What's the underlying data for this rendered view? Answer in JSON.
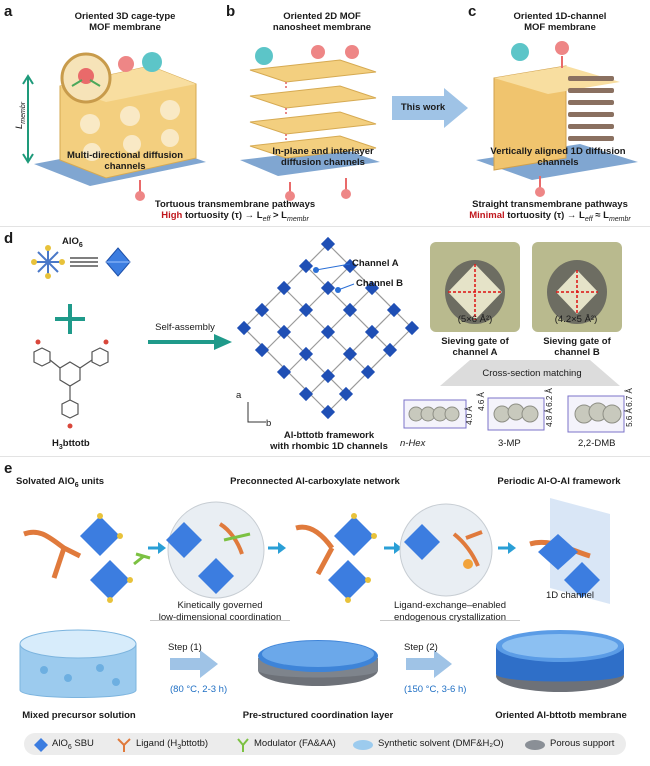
{
  "panel_a": {
    "letter": "a",
    "title_1": "Oriented 3D cage-type",
    "title_2": "MOF membrane",
    "axis_label": "L",
    "axis_sub": "membr",
    "channel_1": "Multi-directional diffusion",
    "channel_2": "channels"
  },
  "panel_b": {
    "letter": "b",
    "title_1": "Oriented 2D MOF",
    "title_2": "nanosheet membrane",
    "channel_1": "In-plane and interlayer",
    "channel_2": "diffusion channels"
  },
  "panel_c": {
    "letter": "c",
    "title_1": "Oriented 1D-channel",
    "title_2": "MOF membrane",
    "channel_1": "Vertically aligned 1D diffusion",
    "channel_2": "channels",
    "this_work": "This work"
  },
  "pathways": {
    "left_title": "Tortuous transmembrane pathways",
    "left_strong": "High",
    "left_rest": "tortuosity (τ) → L",
    "left_sub": "eff",
    "left_tail": "> L",
    "left_tail_sub": "membr",
    "right_title": "Straight transmembrane pathways",
    "right_strong": "Minimal",
    "right_rest": "tortuosity (τ) → L",
    "right_sub": "eff",
    "right_tail": "≈ L",
    "right_tail_sub": "membr"
  },
  "panel_d": {
    "letter": "d",
    "aio": "AlO",
    "aio_sub": "6",
    "ligand": "H",
    "ligand_sub": "3",
    "ligand_rest": "bttotb",
    "self_assembly": "Self-assembly",
    "channel_a": "Channel A",
    "channel_b": "Channel B",
    "axis_a": "a",
    "axis_b": "b",
    "framework_1": "Al-bttotb framework",
    "framework_2": "with rhombic 1D channels",
    "gate_a_size": "(5×6 Å²)",
    "gate_b_size": "(4.2×5 Å²)",
    "gate_a_1": "Sieving gate of",
    "gate_a_2": "channel A",
    "gate_b_1": "Sieving gate of",
    "gate_b_2": "channel B",
    "cross_section": "Cross-section matching",
    "mol_1": "n-Hex",
    "mol_2": "3-MP",
    "mol_3": "2,2-DMB",
    "dims_1a": "4.0 Å",
    "dims_1b": "4.6 Å",
    "dims_2a": "4.8 Å",
    "dims_2b": "6.2 Å",
    "dims_3a": "5.6 Å",
    "dims_3b": "6.7 Å"
  },
  "panel_e": {
    "letter": "e",
    "stage_1": "Solvated AlO",
    "stage_1_sub": "6",
    "stage_1_tail": " units",
    "stage_2": "Preconnected Al-carboxylate network",
    "stage_3": "Periodic Al-O-Al framework",
    "channel_1d": "1D channel",
    "note_1a": "Kinetically governed",
    "note_1b": "low-dimensional coordination",
    "note_2a": "Ligand-exchange–enabled",
    "note_2b": "endogenous crystallization",
    "step_1": "Step (1)",
    "step_1_cond": "(80 °C, 2-3 h)",
    "step_2": "Step (2)",
    "step_2_cond": "(150 °C, 3-6 h)",
    "product_1": "Mixed precursor solution",
    "product_2": "Pre-structured coordination layer",
    "product_3": "Oriented Al-bttotb membrane"
  },
  "legend": {
    "item_1": "AlO",
    "item_1_sub": "6",
    "item_1_tail": " SBU",
    "item_2": "Ligand (H",
    "item_2_sub": "3",
    "item_2_tail": "bttotb)",
    "item_3": "Modulator (FA&AA)",
    "item_4": "Synthetic solvent (DMF&H₂O)",
    "item_5": "Porous support"
  },
  "colors": {
    "accent_red": "#c0161c",
    "condition_blue": "#1f6fc4",
    "arrow_teal": "#1f9a8a",
    "aio_blue": "#2a6fd6",
    "ligand_orange": "#e07a3c",
    "membrane_yellow": "#f3cf7f"
  }
}
